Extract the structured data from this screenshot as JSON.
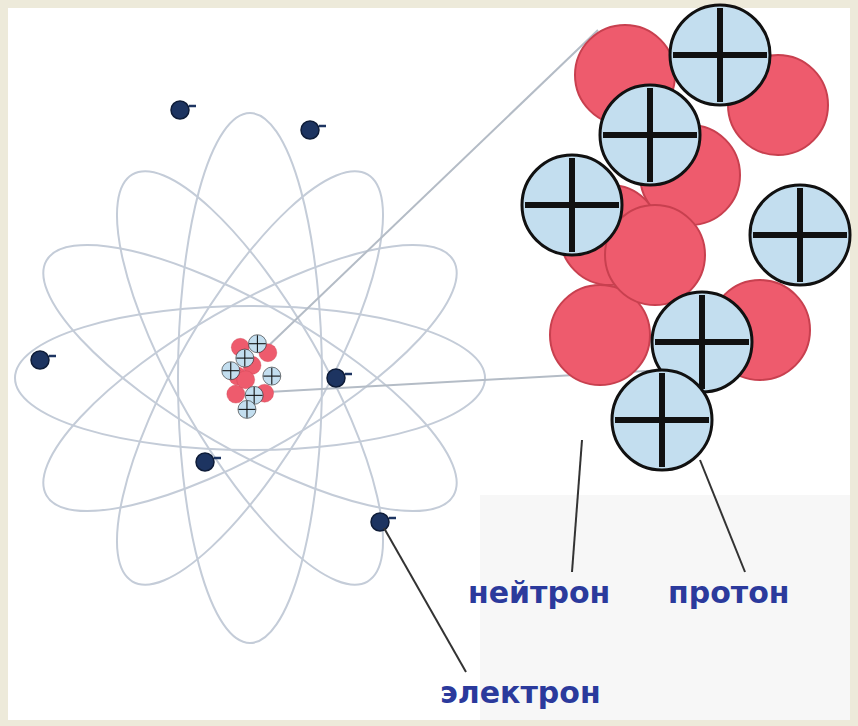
{
  "diagram": {
    "labels": [
      "нейтрон",
      "протон",
      "электрон"
    ]
  }
}
